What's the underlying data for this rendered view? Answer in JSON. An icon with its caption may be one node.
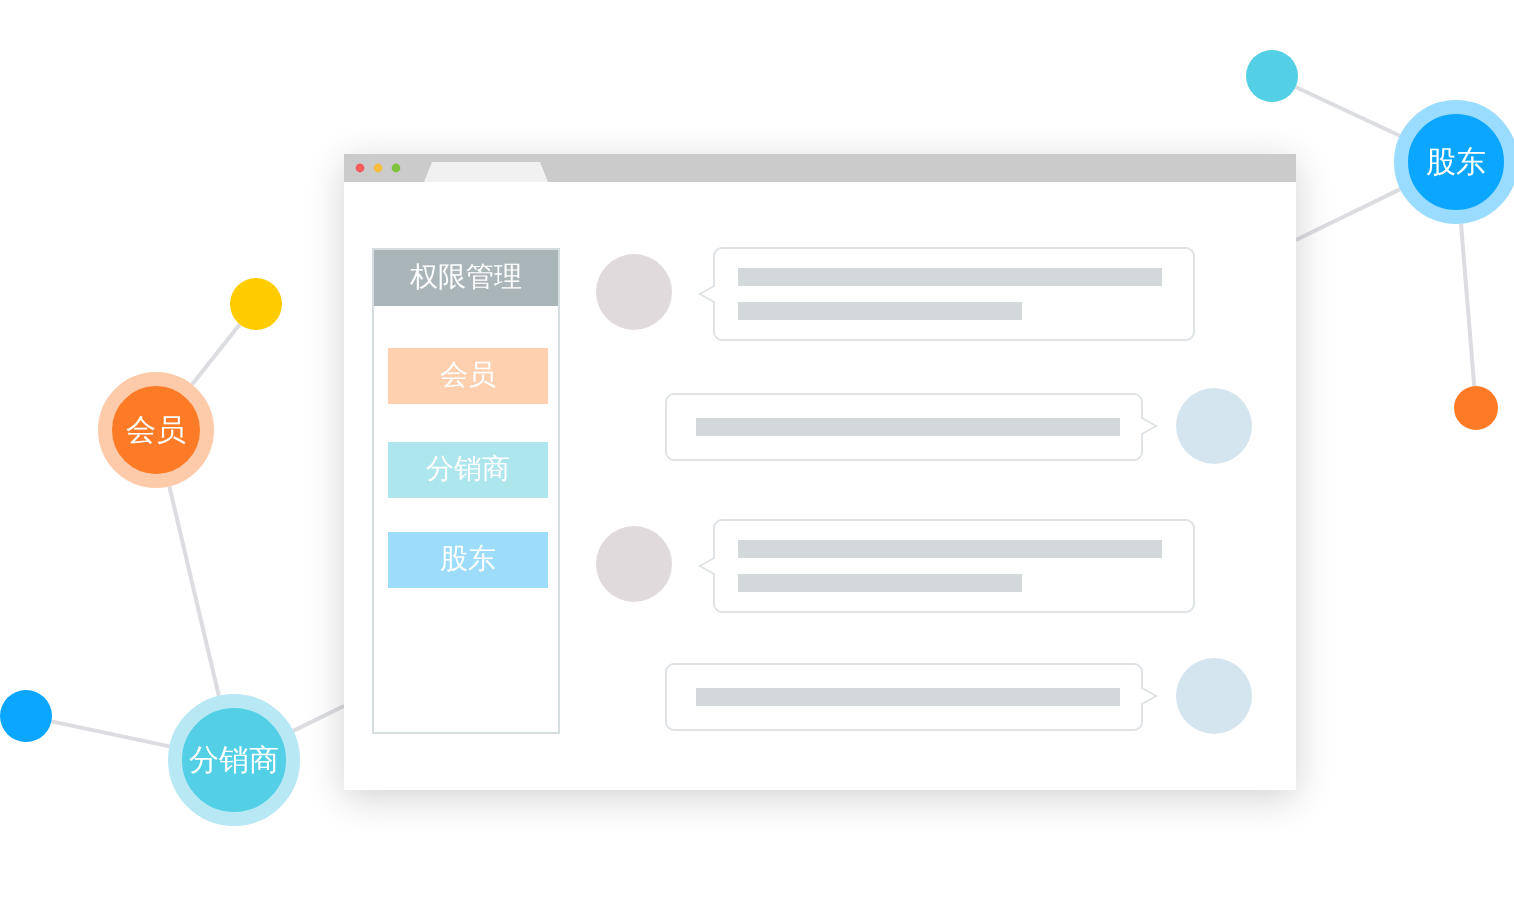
{
  "diagram": {
    "nodes": [
      {
        "text": [],
        "shape": "box"
      },
      {
        "text": [
          "权限管理"
        ],
        "in": 0
      },
      {
        "text": [
          "会员"
        ],
        "in": 1
      },
      {
        "text": [
          "分销商"
        ],
        "in": 1
      },
      {
        "text": [
          "股东"
        ],
        "in": 1
      },
      {
        "text": [],
        "shape": "circle"
      },
      {
        "text": [
          "会员"
        ]
      },
      {
        "text": [],
        "shape": "circle"
      },
      {
        "text": [
          "分销商"
        ]
      },
      {
        "text": [],
        "shape": "circle"
      },
      {
        "text": [
          "股东"
        ]
      },
      {
        "text": [],
        "shape": "circle"
      }
    ],
    "edges": [
      {
        "from": 5,
        "to": 6,
        "arrow": "none"
      },
      {
        "from": 6,
        "to": 8,
        "arrow": "none"
      },
      {
        "from": 7,
        "to": 8,
        "arrow": "none"
      },
      {
        "from": 8,
        "to": 0,
        "arrow": "none"
      },
      {
        "from": 9,
        "to": 10,
        "arrow": "none"
      },
      {
        "from": 10,
        "to": 0,
        "arrow": "none"
      },
      {
        "from": 10,
        "to": 11,
        "arrow": "none"
      }
    ]
  }
}
